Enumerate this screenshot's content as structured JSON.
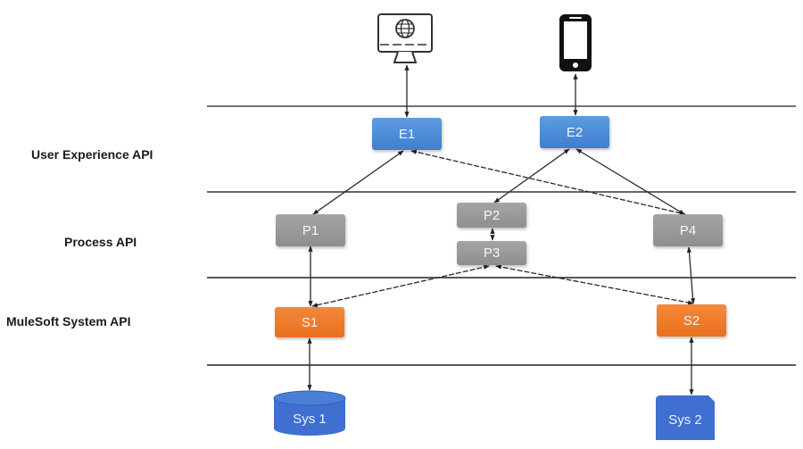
{
  "layers": [
    {
      "id": "experience",
      "label": "User Experience API"
    },
    {
      "id": "process",
      "label": "Process API"
    },
    {
      "id": "system",
      "label": "MuleSoft System API"
    }
  ],
  "clients": [
    {
      "id": "desktop",
      "icon": "desktop-globe-icon"
    },
    {
      "id": "mobile",
      "icon": "mobile-phone-icon"
    }
  ],
  "nodes": {
    "E1": {
      "label": "E1",
      "layer": "experience"
    },
    "E2": {
      "label": "E2",
      "layer": "experience"
    },
    "P1": {
      "label": "P1",
      "layer": "process"
    },
    "P2": {
      "label": "P2",
      "layer": "process"
    },
    "P3": {
      "label": "P3",
      "layer": "process"
    },
    "P4": {
      "label": "P4",
      "layer": "process"
    },
    "S1": {
      "label": "S1",
      "layer": "system"
    },
    "S2": {
      "label": "S2",
      "layer": "system"
    },
    "Sys1": {
      "label": "Sys 1",
      "shape": "database"
    },
    "Sys2": {
      "label": "Sys 2",
      "shape": "rectangle"
    }
  },
  "edges": [
    {
      "from": "desktop",
      "to": "E1",
      "style": "solid"
    },
    {
      "from": "mobile",
      "to": "E2",
      "style": "solid"
    },
    {
      "from": "E1",
      "to": "P1",
      "style": "solid"
    },
    {
      "from": "E1",
      "to": "P4",
      "style": "dashed"
    },
    {
      "from": "E2",
      "to": "P2",
      "style": "solid"
    },
    {
      "from": "E2",
      "to": "P4",
      "style": "solid"
    },
    {
      "from": "P2",
      "to": "P3",
      "style": "dashed"
    },
    {
      "from": "P1",
      "to": "S1",
      "style": "solid"
    },
    {
      "from": "P3",
      "to": "S1",
      "style": "dashed"
    },
    {
      "from": "P3",
      "to": "S2",
      "style": "dashed"
    },
    {
      "from": "P4",
      "to": "S2",
      "style": "solid"
    },
    {
      "from": "S1",
      "to": "Sys1",
      "style": "solid"
    },
    {
      "from": "S2",
      "to": "Sys2",
      "style": "solid"
    }
  ],
  "colors": {
    "experience": "#4a8ad8",
    "process": "#9a9a9a",
    "system": "#ee7a2a",
    "backend": "#3f6fd0"
  }
}
